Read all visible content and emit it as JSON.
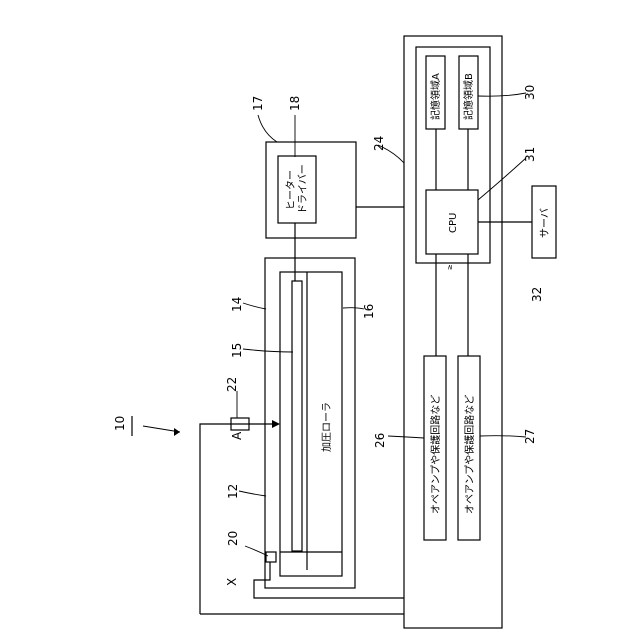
{
  "refs": {
    "device": "10",
    "heating_unit": "12",
    "heater_outer": "14",
    "heater_element": "15",
    "pressure_roller": "16",
    "power_box": "17",
    "heater_driver": "18",
    "sensor_20": "20",
    "sensor_22": "22",
    "controller": "24",
    "amp_circuit_1": "26",
    "amp_circuit_2": "27",
    "memory_block": "30",
    "cpu_block": "31",
    "server": "32"
  },
  "labels": {
    "heater_driver_line1": "ヒーター",
    "heater_driver_line2": "ドライバー",
    "memory_a": "記憶領域A",
    "memory_b": "記憶領域B",
    "cpu": "CPU",
    "server": "サーバ",
    "pressure_roller": "加圧ローラ",
    "amp_circuit_1": "オペアンプや保護回路など",
    "amp_circuit_2": "オペアンプや保護回路など",
    "sensor_a": "A",
    "sensor_x": "X"
  }
}
